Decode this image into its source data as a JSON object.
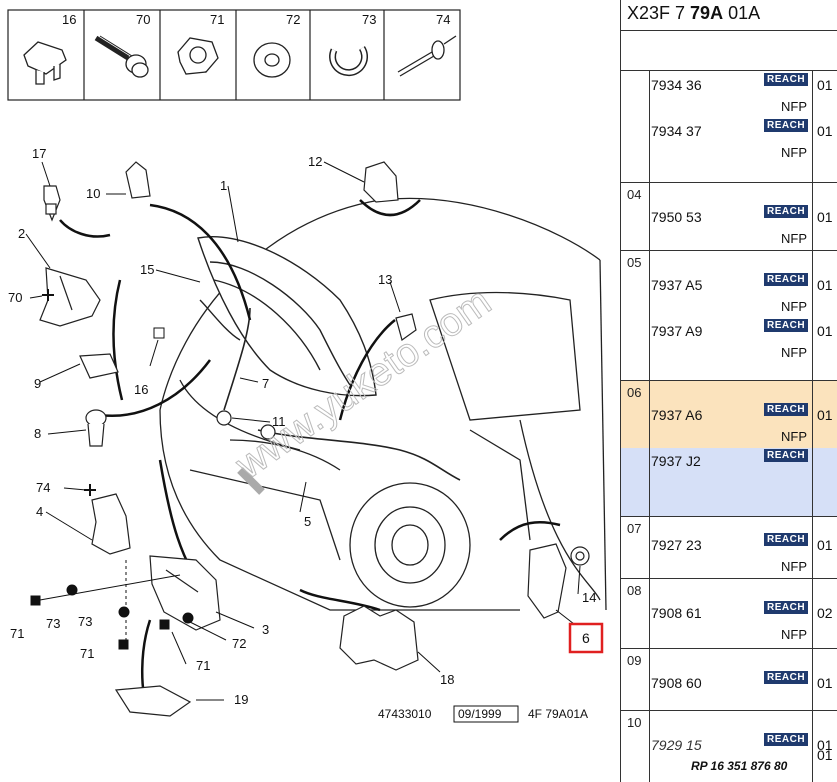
{
  "toolbar_items": [
    {
      "num": "16",
      "icon": "clip-icon"
    },
    {
      "num": "70",
      "icon": "screw-icon"
    },
    {
      "num": "71",
      "icon": "nut-icon"
    },
    {
      "num": "72",
      "icon": "washer-icon"
    },
    {
      "num": "73",
      "icon": "spring-clip-icon"
    },
    {
      "num": "74",
      "icon": "rivet-icon"
    }
  ],
  "callouts": {
    "c1": "1",
    "c2": "2",
    "c3": "3",
    "c4": "4",
    "c5": "5",
    "c6": "6",
    "c7": "7",
    "c8": "8",
    "c9": "9",
    "c10": "10",
    "c11": "11",
    "c12": "12",
    "c13": "13",
    "c14": "14",
    "c15": "15",
    "c16": "16",
    "c17": "17",
    "c18": "18",
    "c19": "19",
    "c70": "70",
    "c71a": "71",
    "c71b": "71",
    "c71c": "71",
    "c72": "72",
    "c73a": "73",
    "c73b": "73",
    "c74": "74"
  },
  "footer": {
    "ref": "47433010",
    "date": "09/1999",
    "code": "4F 79A01A"
  },
  "watermark": "www.yuketo.com",
  "panel": {
    "title_prefix": "X23F 7 ",
    "title_bold": "79A",
    "title_suffix": " 01A",
    "groups": [
      {
        "idx": "",
        "items": [
          {
            "ref": "7934 36",
            "badge": "REACH",
            "qty": "01",
            "note": "NFP"
          },
          {
            "ref": "7934 37",
            "badge": "REACH",
            "qty": "01",
            "note": "NFP"
          }
        ]
      },
      {
        "idx": "04",
        "items": [
          {
            "ref": "7950 53",
            "badge": "REACH",
            "qty": "01",
            "note": "NFP"
          }
        ]
      },
      {
        "idx": "05",
        "items": [
          {
            "ref": "7937 A5",
            "badge": "REACH",
            "qty": "01",
            "note": "NFP"
          },
          {
            "ref": "7937 A9",
            "badge": "REACH",
            "qty": "01",
            "note": "NFP"
          }
        ]
      },
      {
        "idx": "06",
        "items": [
          {
            "ref": "7937 A6",
            "badge": "REACH",
            "qty": "01",
            "note": "NFP"
          },
          {
            "ref": "7937 J2",
            "badge": "REACH",
            "qty": "",
            "note": ""
          }
        ]
      },
      {
        "idx": "07",
        "items": [
          {
            "ref": "7927 23",
            "badge": "REACH",
            "qty": "01",
            "note": "NFP"
          }
        ]
      },
      {
        "idx": "08",
        "items": [
          {
            "ref": "7908 61",
            "badge": "REACH",
            "qty": "02",
            "note": "NFP"
          }
        ]
      },
      {
        "idx": "09",
        "items": [
          {
            "ref": "7908 60",
            "badge": "REACH",
            "qty": "01",
            "note": ""
          }
        ]
      },
      {
        "idx": "10",
        "items": [
          {
            "ref": "7929 15",
            "badge": "REACH",
            "qty": "01",
            "note": ""
          }
        ]
      }
    ],
    "last_qty2": "01",
    "footnote": "RP 16 351 876 80"
  }
}
